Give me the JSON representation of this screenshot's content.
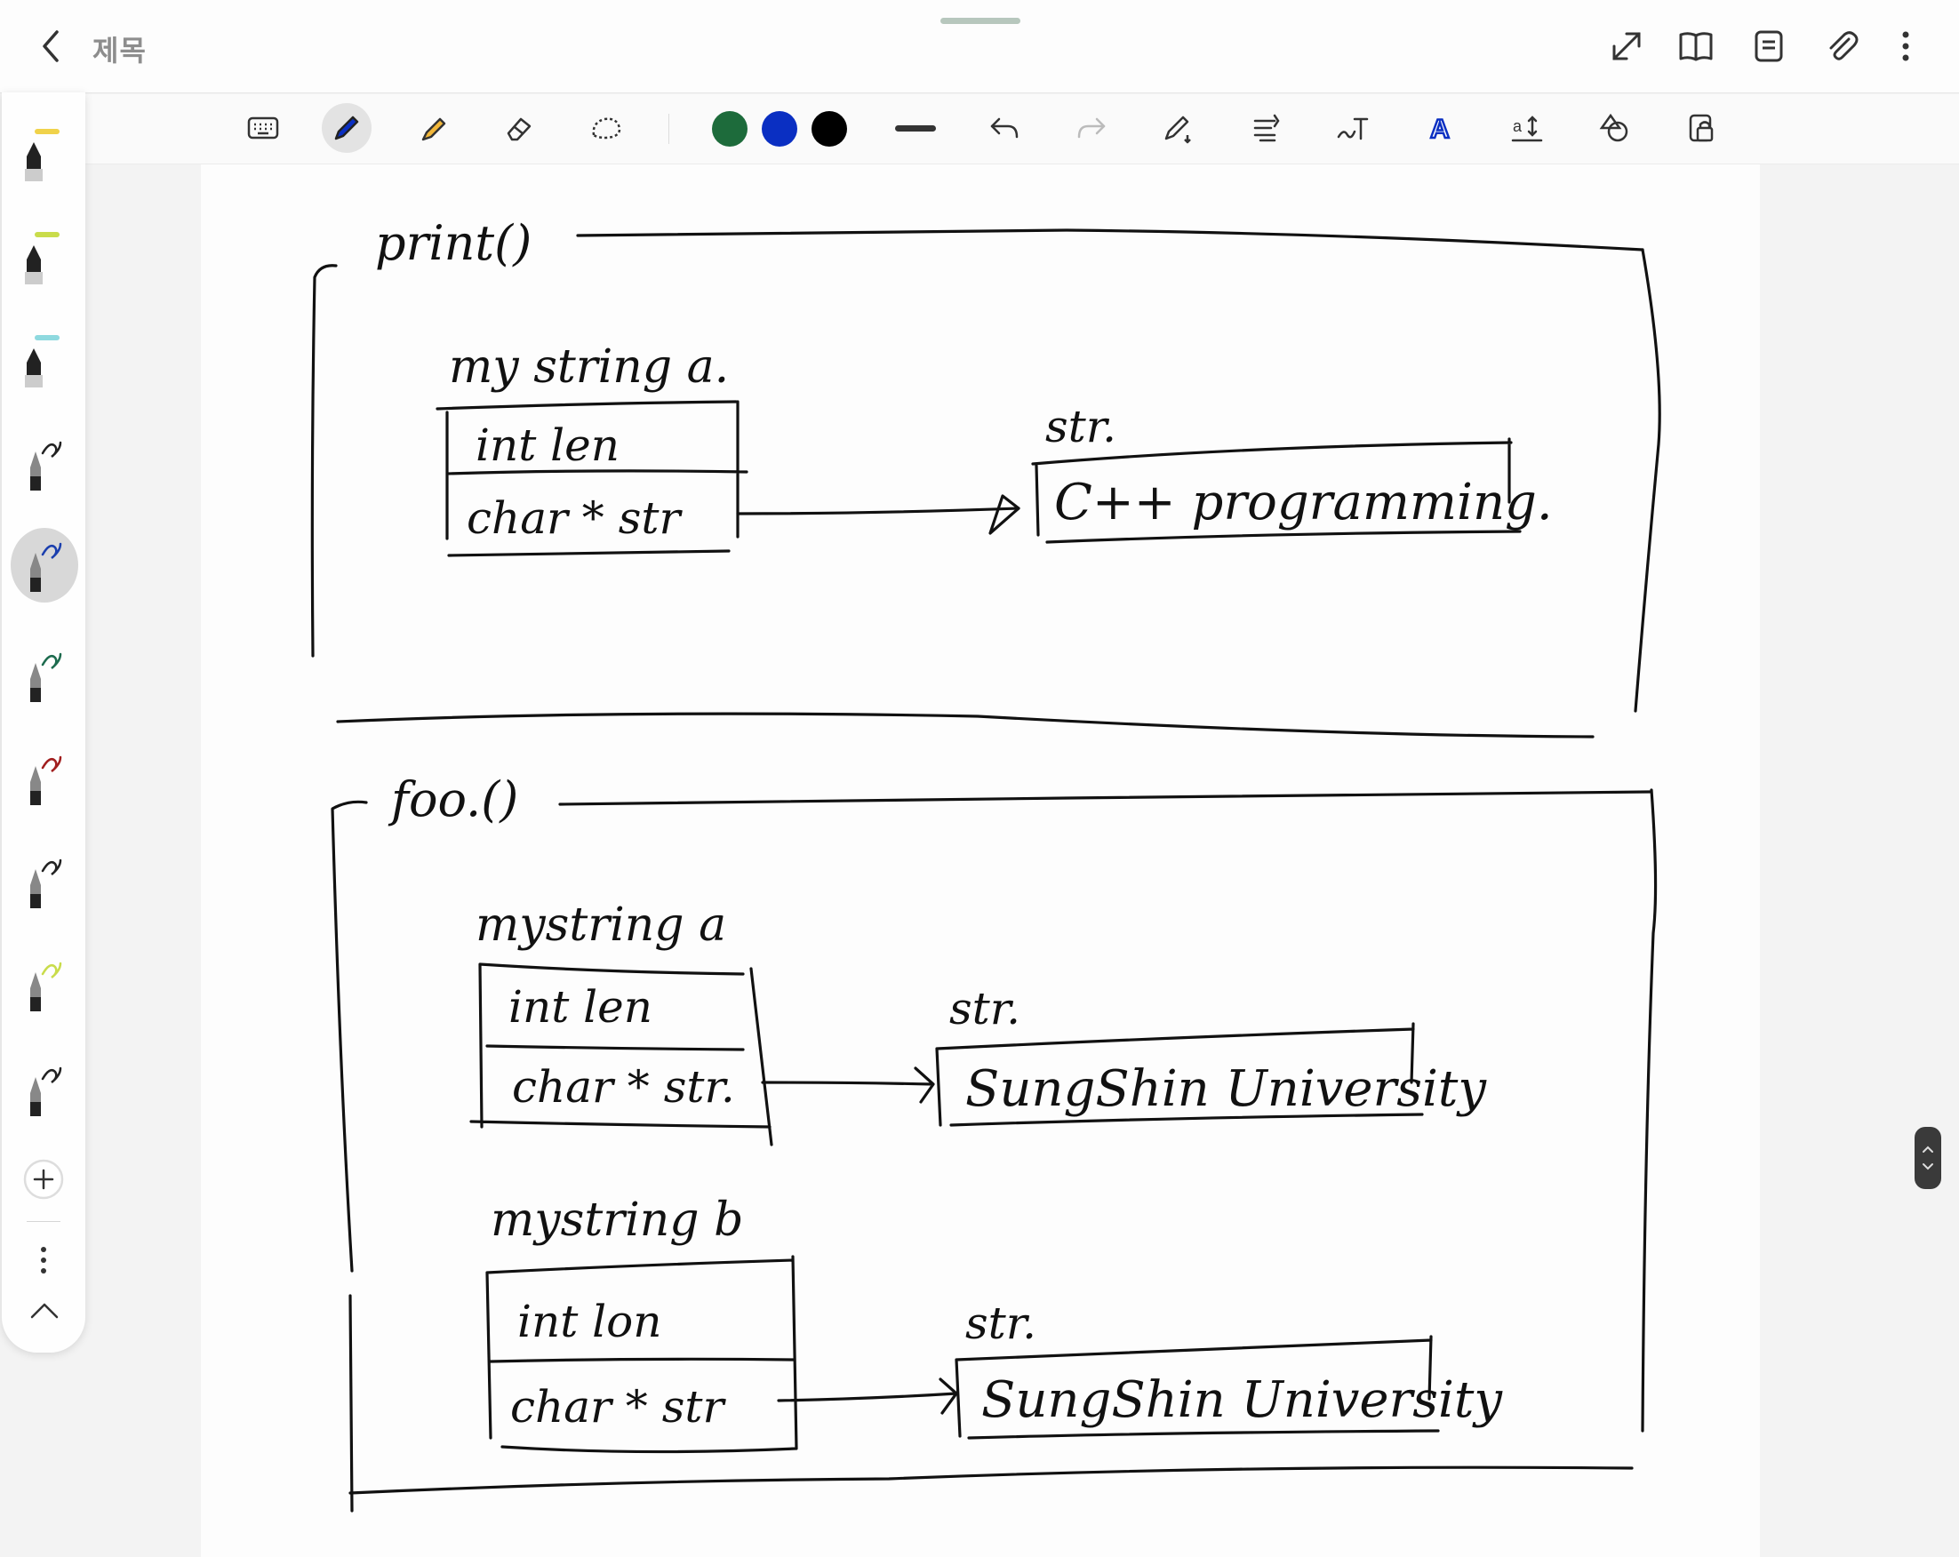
{
  "header": {
    "title": "제목",
    "icons": [
      "back-arrow-icon",
      "expand-icon",
      "book-view-icon",
      "page-list-icon",
      "attachment-icon",
      "more-vertical-icon"
    ]
  },
  "toolbar": {
    "tools": [
      "keyboard-icon",
      "pen-icon",
      "highlighter-icon",
      "eraser-icon",
      "lasso-icon"
    ],
    "colors": [
      "#1d6b3b",
      "#0a2fc2",
      "#000000"
    ],
    "actions": [
      "stroke-width-icon",
      "undo-icon",
      "redo-icon",
      "pen-settings-icon",
      "align-icon",
      "handwriting-to-text-icon",
      "text-style-icon",
      "text-size-icon",
      "shapes-icon",
      "lock-icon"
    ]
  },
  "sidebar": {
    "pens": [
      {
        "name": "pen-yellow",
        "accent": "#f0d24a"
      },
      {
        "name": "pen-lime",
        "accent": "#c9dc4b"
      },
      {
        "name": "pen-cyan",
        "accent": "#8ed9df"
      },
      {
        "name": "pen-black",
        "accent": "#222222"
      },
      {
        "name": "pen-blue",
        "accent": "#1b3fae"
      },
      {
        "name": "pen-green",
        "accent": "#1d6b4e"
      },
      {
        "name": "pen-red",
        "accent": "#a11e1e"
      },
      {
        "name": "fountain-pen",
        "accent": "#222222"
      },
      {
        "name": "pencil-lime",
        "accent": "#c9dc4b"
      },
      {
        "name": "pencil-black",
        "accent": "#222222"
      }
    ],
    "selected_index": 4
  },
  "note": {
    "section1": {
      "func": "print()",
      "obj_label": "my string a.",
      "field1": "int len",
      "field2": "char * str",
      "ptr_label": "str.",
      "value": "C++ programming."
    },
    "section2": {
      "func": "foo.()",
      "obj_a_label": "mystring  a",
      "a_field1": "int len",
      "a_field2": "char * str.",
      "ptr_a_label": "str.",
      "value_a": "SungShin University",
      "obj_b_label": "mystring b",
      "b_field1": "int lon",
      "b_field2": "char * str",
      "ptr_b_label": "str.",
      "value_b": "SungShin University"
    }
  }
}
